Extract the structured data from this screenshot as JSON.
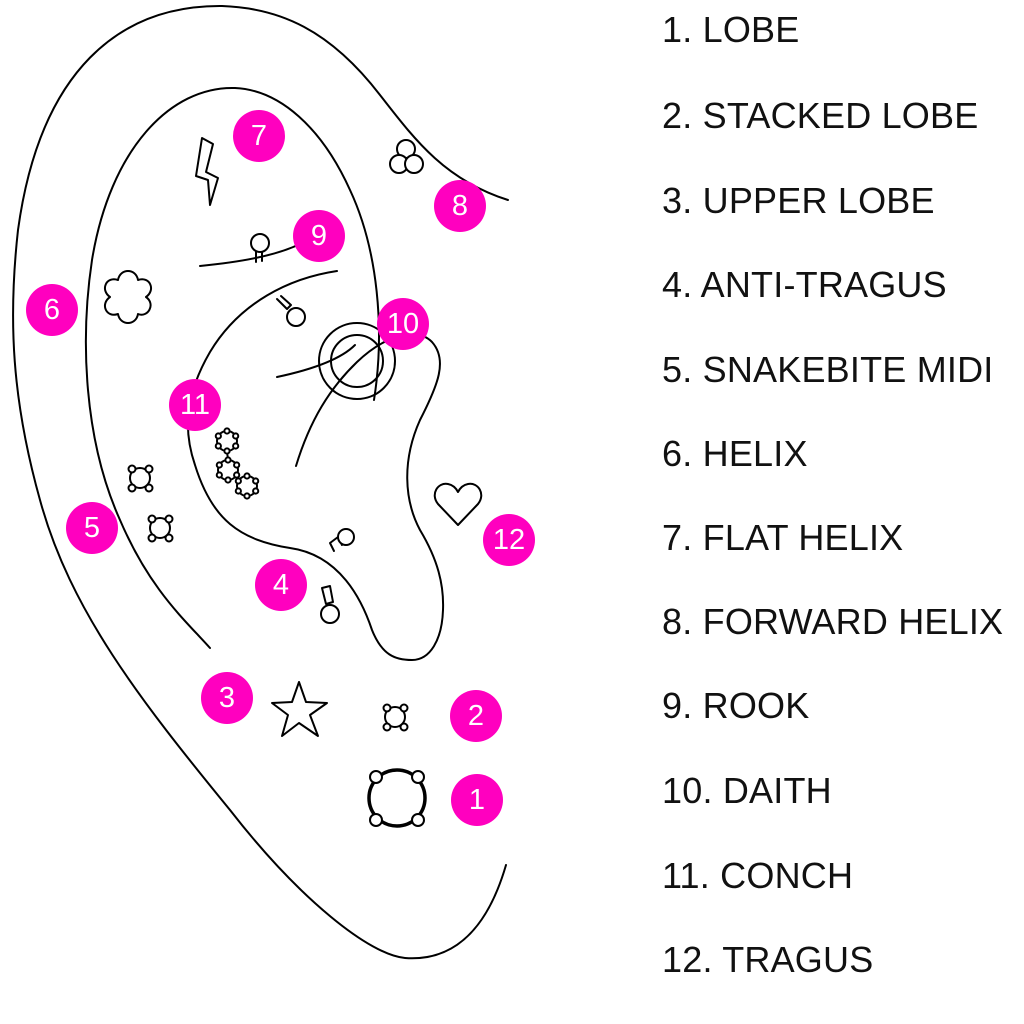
{
  "title": "Ear Piercing Locations",
  "badge_color": "#ff00bf",
  "legend": [
    {
      "number": "1",
      "label": "1. LOBE"
    },
    {
      "number": "2",
      "label": "2. STACKED LOBE"
    },
    {
      "number": "3",
      "label": "3. UPPER LOBE"
    },
    {
      "number": "4",
      "label": "4. ANTI-TRAGUS"
    },
    {
      "number": "5",
      "label": "5. SNAKEBITE MIDI"
    },
    {
      "number": "6",
      "label": "6. HELIX"
    },
    {
      "number": "7",
      "label": "7. FLAT HELIX"
    },
    {
      "number": "8",
      "label": "8. FORWARD HELIX"
    },
    {
      "number": "9",
      "label": "9. ROOK"
    },
    {
      "number": "10",
      "label": "10. DAITH"
    },
    {
      "number": "11",
      "label": "11. CONCH"
    },
    {
      "number": "12",
      "label": "12. TRAGUS"
    }
  ],
  "badges": [
    {
      "number": "1",
      "jewelry_icon": "large-four-ball-ring-stud"
    },
    {
      "number": "2",
      "jewelry_icon": "small-four-ball-ring-stud"
    },
    {
      "number": "3",
      "jewelry_icon": "star-stud"
    },
    {
      "number": "4",
      "jewelry_icon": "barbell-ball-ends"
    },
    {
      "number": "5",
      "jewelry_icon": "double-ring-studs"
    },
    {
      "number": "6",
      "jewelry_icon": "flower-stud"
    },
    {
      "number": "7",
      "jewelry_icon": "lightning-bolt-stud"
    },
    {
      "number": "8",
      "jewelry_icon": "triple-circle-stud"
    },
    {
      "number": "9",
      "jewelry_icon": "ball-bar-stud"
    },
    {
      "number": "10",
      "jewelry_icon": "hoop-ring"
    },
    {
      "number": "11",
      "jewelry_icon": "cluster-flower-studs"
    },
    {
      "number": "12",
      "jewelry_icon": "heart-stud"
    }
  ]
}
